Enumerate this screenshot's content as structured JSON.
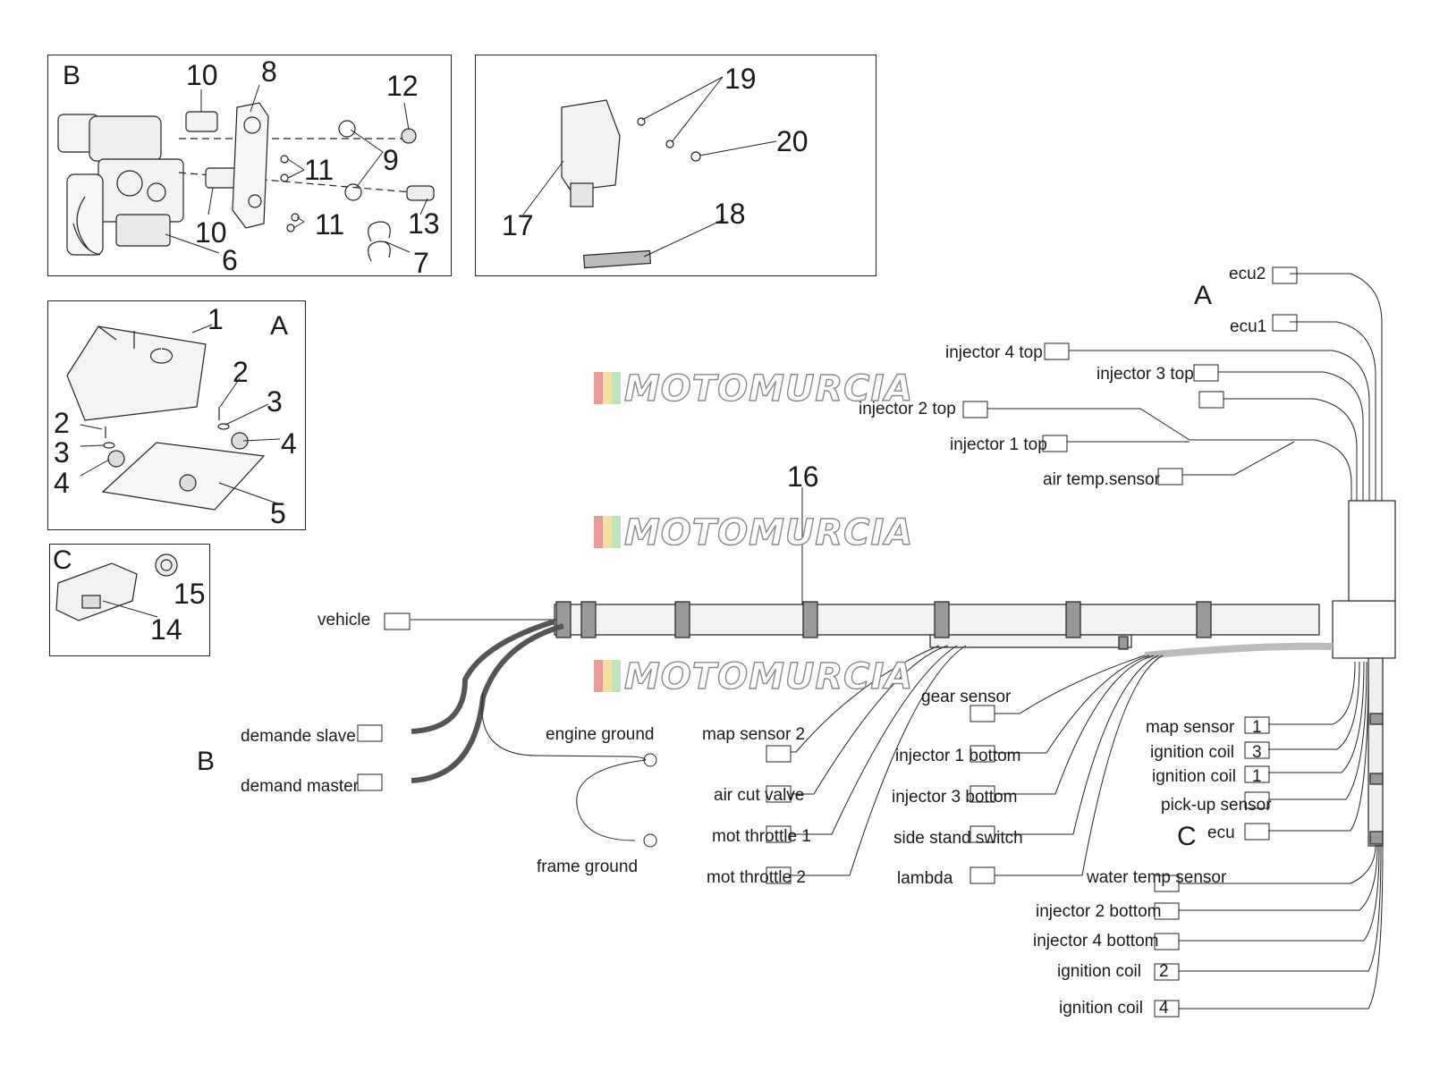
{
  "watermark": "MOTOMURCIA",
  "panels": {
    "b": {
      "letter": "B",
      "callouts": [
        "10",
        "8",
        "12",
        "9",
        "11",
        "11",
        "10",
        "13",
        "6",
        "7"
      ]
    },
    "ecu": {
      "callouts": [
        "19",
        "20",
        "17",
        "18"
      ]
    },
    "a": {
      "letter": "A",
      "callouts": [
        "1",
        "2",
        "3",
        "2",
        "3",
        "4",
        "4",
        "5"
      ]
    },
    "c": {
      "letter": "C",
      "callouts": [
        "15",
        "14"
      ]
    }
  },
  "harness": {
    "callout": "16",
    "section_a": "A",
    "section_b": "B",
    "section_c": "C",
    "connectors": {
      "ecu2": "ecu2",
      "ecu1": "ecu1",
      "injector_4_top": "injector 4 top",
      "injector_3_top": "injector 3 top",
      "injector_2_top": "injector 2 top",
      "injector_1_top": "injector 1 top",
      "air_temp_sensor": "air temp.sensor",
      "vehicle": "vehicle",
      "demande_slave": "demande slave",
      "demand_master": "demand master",
      "engine_ground": "engine ground",
      "frame_ground": "frame ground",
      "map_sensor_2": "map sensor 2",
      "air_cut_valve": "air cut valve",
      "mot_throttle_1": "mot throttle 1",
      "mot_throttle_2": "mot throttle 2",
      "gear_sensor": "gear sensor",
      "injector_1_bottom": "injector 1 bottom",
      "injector_3_bottom": "injector 3 bottom",
      "side_stand_switch": "side stand switch",
      "lambda": "lambda",
      "map_sensor": "map sensor",
      "ignition_coil_3": "ignition coil",
      "ignition_coil_1": "ignition coil",
      "pick_up_sensor": "pick-up sensor",
      "ecu": "ecu",
      "water_temp_sensor": "water temp sensor",
      "injector_2_bottom": "injector 2 bottom",
      "injector_4_bottom": "injector 4 bottom",
      "ignition_coil_2": "ignition coil",
      "ignition_coil_4": "ignition coil"
    },
    "tags": {
      "map_sensor": "1",
      "ignition_coil_3": "3",
      "ignition_coil_1": "1",
      "ignition_coil_2": "2",
      "ignition_coil_4": "4"
    }
  }
}
